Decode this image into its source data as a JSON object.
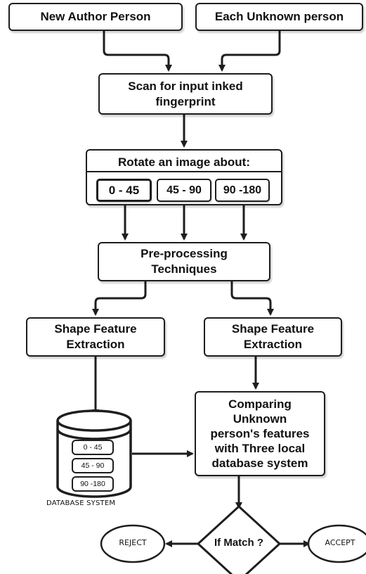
{
  "nodes": {
    "new_author": "New Author Person",
    "each_unknown": "Each Unknown person",
    "scan": [
      "Scan for input inked",
      "fingerprint"
    ],
    "rotate_title": "Rotate an image about:",
    "ranges": [
      "0 - 45",
      "45 - 90",
      "90 -180"
    ],
    "preprocess": [
      "Pre-processing",
      "Techniques"
    ],
    "shape_left": [
      "Shape Feature",
      "Extraction"
    ],
    "shape_right": [
      "Shape Feature",
      "Extraction"
    ],
    "compare": [
      "Comparing",
      "Unknown",
      "person's features",
      "with Three local",
      "database system"
    ],
    "db_entries": [
      "0 - 45",
      "45 - 90",
      "90 -180"
    ],
    "db_label": "DATABASE SYSTEM",
    "decision": "If Match ?",
    "reject": "REJECT",
    "accept": "ACCEPT"
  }
}
